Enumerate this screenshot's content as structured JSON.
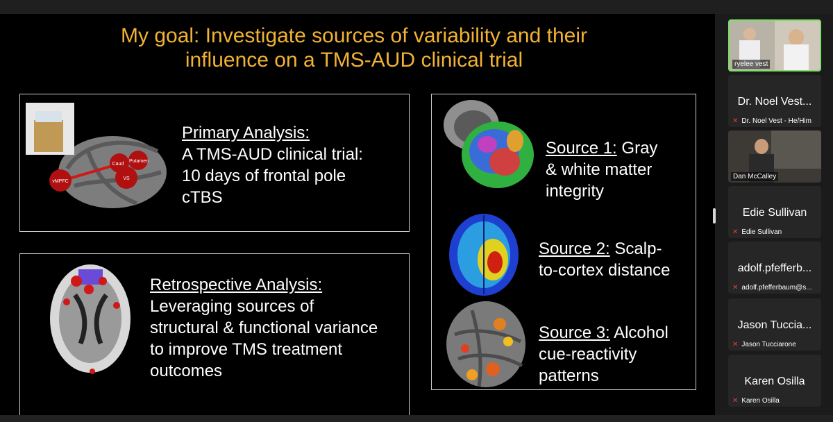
{
  "slide": {
    "title_line1": "My goal: Investigate sources of variability and their",
    "title_line2": "influence on a TMS-AUD clinical trial",
    "primary": {
      "heading": "Primary Analysis:",
      "line1": "A TMS-AUD clinical trial:",
      "line2": "10 days of frontal pole",
      "line3": "cTBS",
      "fig_labels": [
        "vMPFC",
        "Caud",
        "Putamen",
        "VS"
      ]
    },
    "retrospective": {
      "heading": "Retrospective Analysis:",
      "line1": "Leveraging sources of",
      "line2": "structural & functional variance",
      "line3": "to improve TMS treatment",
      "line4": "outcomes"
    },
    "source1": {
      "heading": "Source 1:",
      "rest": " Gray",
      "line2": "& white matter",
      "line3": "integrity"
    },
    "source2": {
      "heading": "Source 2:",
      "rest": " Scalp-",
      "line2": "to-cortex distance"
    },
    "source3": {
      "heading": "Source 3:",
      "rest": " Alcohol",
      "line2": "cue-reactivity",
      "line3": "patterns"
    }
  },
  "participants": [
    {
      "display": "",
      "label": "ryelee vest",
      "video": true,
      "active": true
    },
    {
      "display": "Dr. Noel Vest...",
      "label": "Dr. Noel Vest - He/Him",
      "muted": true
    },
    {
      "display": "",
      "label": "Dan McCalley",
      "video": true
    },
    {
      "display": "Edie Sullivan",
      "label": "Edie Sullivan",
      "muted": true
    },
    {
      "display": "adolf.pfefferb...",
      "label": "adolf.pfefferbaum@s...",
      "muted": true
    },
    {
      "display": "Jason Tuccia...",
      "label": "Jason Tucciarone",
      "muted": true
    },
    {
      "display": "Karen Osilla",
      "label": "Karen Osilla",
      "muted": true
    }
  ],
  "colors": {
    "title": "#f2b233",
    "active_border": "#7ee06a",
    "muted_icon": "#e0433a"
  },
  "icons": {
    "muted": "mic-muted-icon"
  }
}
